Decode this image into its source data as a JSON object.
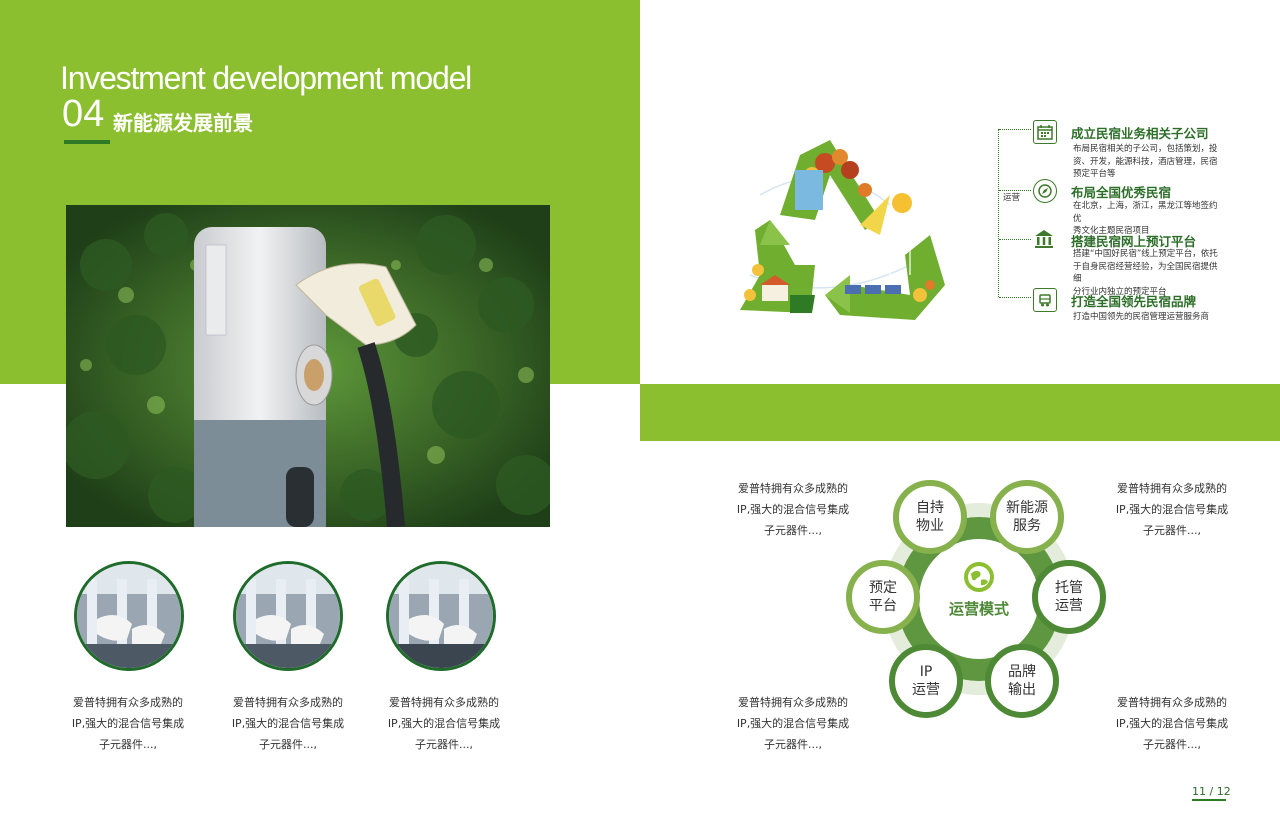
{
  "header": {
    "en_title": "Investment development model",
    "section_number": "04",
    "section_title": "新能源发展前景"
  },
  "thumbnails": [
    {
      "caption_lines": [
        "爱普特拥有众多成熟的",
        "IP,强大的混合信号集成",
        "子元器件...,"
      ]
    },
    {
      "caption_lines": [
        "爱普特拥有众多成熟的",
        "IP,强大的混合信号集成",
        "子元器件...,"
      ]
    },
    {
      "caption_lines": [
        "爱普特拥有众多成熟的",
        "IP,强大的混合信号集成",
        "子元器件...,"
      ]
    }
  ],
  "operations": {
    "side_label": "运营",
    "items": [
      {
        "icon": "calendar-icon",
        "title": "成立民宿业务相关子公司",
        "desc_lines": [
          "布局民宿相关的子公司，包括策划，投",
          "资、开发，能源科技，酒店管理，民宿",
          "预定平台等"
        ]
      },
      {
        "icon": "compass-icon",
        "title": "布局全国优秀民宿",
        "desc_lines": [
          "在北京，上海，浙江，黑龙江等地签约优",
          "秀文化主题民宿项目"
        ]
      },
      {
        "icon": "bank-icon",
        "title": "搭建民宿网上预订平台",
        "desc_lines": [
          "搭建“中国好民宿”线上预定平台，依托",
          "于自身民宿经营经验，为全国民宿提供细",
          "分行业内独立的预定平台"
        ]
      },
      {
        "icon": "truck-icon",
        "title": "打造全国领先民宿品牌",
        "desc_lines": [
          "打造中国领先的民宿管理运营服务商"
        ]
      }
    ]
  },
  "model": {
    "center": "运营模式",
    "petals": [
      {
        "line1": "自持",
        "line2": "物业"
      },
      {
        "line1": "新能源",
        "line2": "服务"
      },
      {
        "line1": "托管",
        "line2": "运营"
      },
      {
        "line1": "品牌",
        "line2": "输出"
      },
      {
        "line1": "IP",
        "line2": "运营"
      },
      {
        "line1": "预定",
        "line2": "平台"
      }
    ],
    "side_texts": [
      {
        "lines": [
          "爱普特拥有众多成熟的",
          "IP,强大的混合信号集成",
          "子元器件...,"
        ]
      },
      {
        "lines": [
          "爱普特拥有众多成熟的",
          "IP,强大的混合信号集成",
          "子元器件...,"
        ]
      },
      {
        "lines": [
          "爱普特拥有众多成熟的",
          "IP,强大的混合信号集成",
          "子元器件...,"
        ]
      },
      {
        "lines": [
          "爱普特拥有众多成熟的",
          "IP,强大的混合信号集成",
          "子元器件...,"
        ]
      }
    ]
  },
  "page": {
    "current": "11",
    "sep": "/",
    "total": "12"
  },
  "colors": {
    "brand_green": "#8cbf30",
    "dark_green": "#2f7a25",
    "petal_green": "#4e8a36"
  }
}
